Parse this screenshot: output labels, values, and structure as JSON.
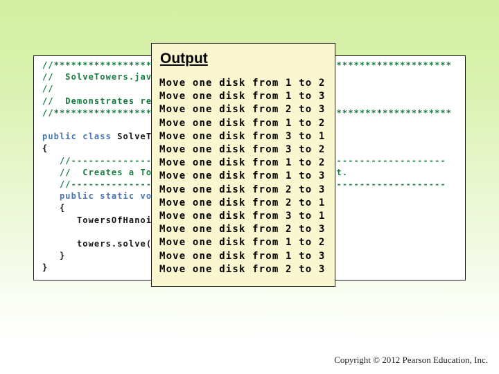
{
  "colors": {
    "comment_green": "#157c3e",
    "keyword_blue": "#4a74b0",
    "code_black": "#141414",
    "panel_yellow": "#faf7d0",
    "border_dark": "#1a1a1a"
  },
  "code_panel": {
    "lines": [
      [
        {
          "c": "cmt",
          "t": "//*********************************************************************"
        }
      ],
      [
        {
          "c": "cmt",
          "t": "//  SolveTowers.java"
        }
      ],
      [
        {
          "c": "cmt",
          "t": "//"
        }
      ],
      [
        {
          "c": "cmt",
          "t": "//  Demonstrates re"
        }
      ],
      [
        {
          "c": "cmt",
          "t": "//*********************************************************************"
        }
      ],
      [],
      [
        {
          "c": "kw",
          "t": "public class "
        },
        {
          "c": "pln",
          "t": "SolveT"
        }
      ],
      [
        {
          "c": "pln",
          "t": "{"
        }
      ],
      [
        {
          "c": "cmt",
          "t": "   //-----------------------------------------------------------------"
        }
      ],
      [
        {
          "c": "cmt",
          "t": "   //  Creates a To                                t."
        }
      ],
      [
        {
          "c": "cmt",
          "t": "   //-----------------------------------------------------------------"
        }
      ],
      [
        {
          "c": "kw",
          "t": "   public static vo"
        }
      ],
      [
        {
          "c": "pln",
          "t": "   {"
        }
      ],
      [
        {
          "c": "pln",
          "t": "      TowersOfHanoi                               ;"
        }
      ],
      [],
      [
        {
          "c": "pln",
          "t": "      towers.solve("
        }
      ],
      [
        {
          "c": "pln",
          "t": "   }"
        }
      ],
      [
        {
          "c": "pln",
          "t": "}"
        }
      ]
    ]
  },
  "output_panel": {
    "title": "Output",
    "lines": [
      "Move one disk from 1 to 2",
      "Move one disk from 1 to 3",
      "Move one disk from 2 to 3",
      "Move one disk from 1 to 2",
      "Move one disk from 3 to 1",
      "Move one disk from 3 to 2",
      "Move one disk from 1 to 2",
      "Move one disk from 1 to 3",
      "Move one disk from 2 to 3",
      "Move one disk from 2 to 1",
      "Move one disk from 3 to 1",
      "Move one disk from 2 to 3",
      "Move one disk from 1 to 2",
      "Move one disk from 1 to 3",
      "Move one disk from 2 to 3"
    ]
  },
  "slide": {
    "copyright": "Copyright © 2012 Pearson Education, Inc."
  }
}
